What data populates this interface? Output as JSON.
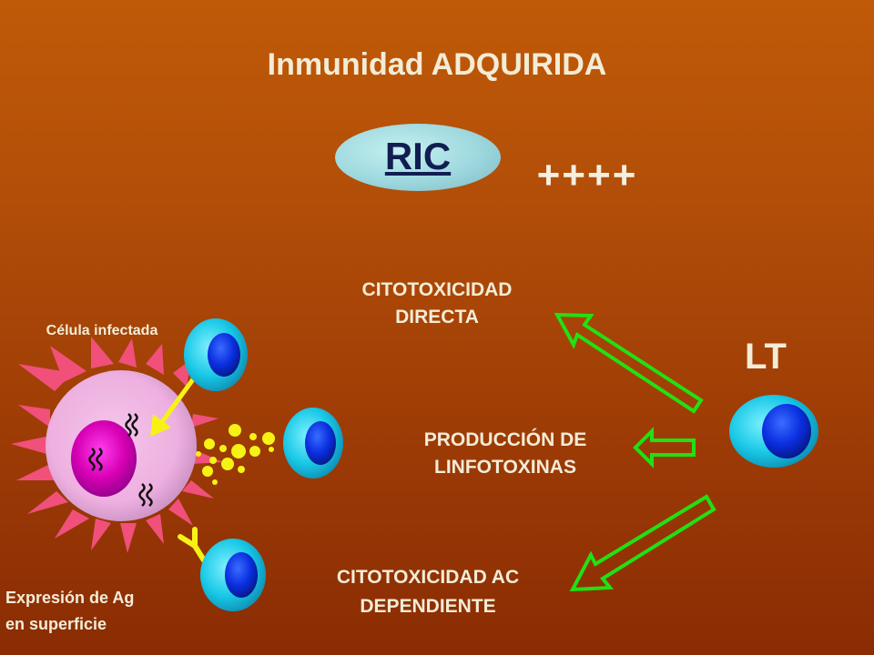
{
  "title": "Inmunidad ADQUIRIDA",
  "ric": {
    "label": "RIC",
    "level": "++++"
  },
  "mechanisms": {
    "direct": {
      "line1": "CITOTOXICIDAD",
      "line2": "DIRECTA"
    },
    "lymphotoxins": {
      "line1": "PRODUCCIÓN DE",
      "line2": "LINFOTOXINAS"
    },
    "adcc": {
      "line1": "CITOTOXICIDAD AC",
      "line2": "DEPENDIENTE"
    }
  },
  "lt_label": "LT",
  "infected_cell_label": "Célula infectada",
  "surface_ag": {
    "line1": "Expresión de Ag",
    "line2": "en superficie"
  },
  "colors": {
    "background": "#b04c08",
    "text": "#f3ecd6",
    "arrow_green": "#22e012",
    "lymphocyte_cyan": "#19c8e6",
    "nucleus_blue": "#0a2fe0",
    "cell_pink": "#f0b4e4",
    "spike_red": "#f0507a",
    "nucleus_magenta": "#d800b4",
    "yellow": "#f7f216"
  }
}
